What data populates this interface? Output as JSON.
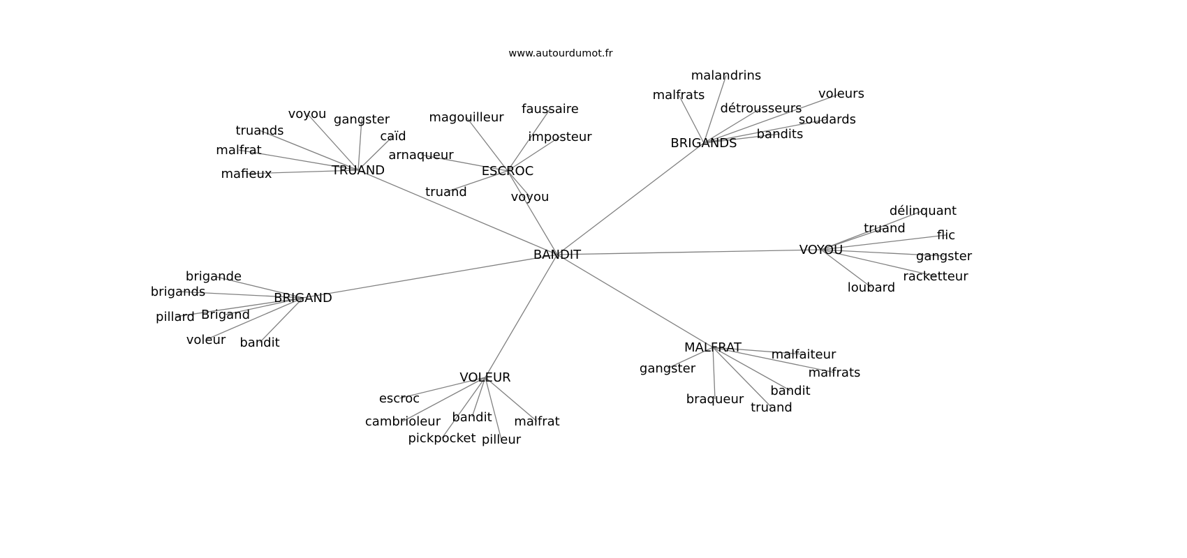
{
  "title": "www.autourdumot.fr",
  "root": {
    "id": "bandit",
    "label": "BANDIT"
  },
  "hubs": [
    {
      "id": "truand",
      "label": "TRUAND",
      "leaves": [
        "voyou",
        "gangster",
        "caïd",
        "truands",
        "malfrat",
        "mafieux"
      ]
    },
    {
      "id": "escroc",
      "label": "ESCROC",
      "leaves": [
        "magouilleur",
        "faussaire",
        "imposteur",
        "arnaqueur",
        "truand",
        "voyou"
      ]
    },
    {
      "id": "brigands",
      "label": "BRIGANDS",
      "leaves": [
        "malandrins",
        "malfrats",
        "détrousseurs",
        "voleurs",
        "soudards",
        "bandits"
      ]
    },
    {
      "id": "voyou",
      "label": "VOYOU",
      "leaves": [
        "délinquant",
        "truand",
        "flic",
        "gangster",
        "racketteur",
        "loubard"
      ]
    },
    {
      "id": "brigand",
      "label": "BRIGAND",
      "leaves": [
        "brigande",
        "brigands",
        "pillard",
        "Brigand",
        "voleur",
        "bandit"
      ]
    },
    {
      "id": "voleur",
      "label": "VOLEUR",
      "leaves": [
        "escroc",
        "cambrioleur",
        "bandit",
        "pickpocket",
        "pilleur",
        "malfrat"
      ]
    },
    {
      "id": "malfrat",
      "label": "MALFRAT",
      "leaves": [
        "malfaiteur",
        "gangster",
        "malfrats",
        "bandit",
        "braqueur",
        "truand"
      ]
    }
  ],
  "colors": {
    "edge": "#808080",
    "text": "#000000"
  }
}
